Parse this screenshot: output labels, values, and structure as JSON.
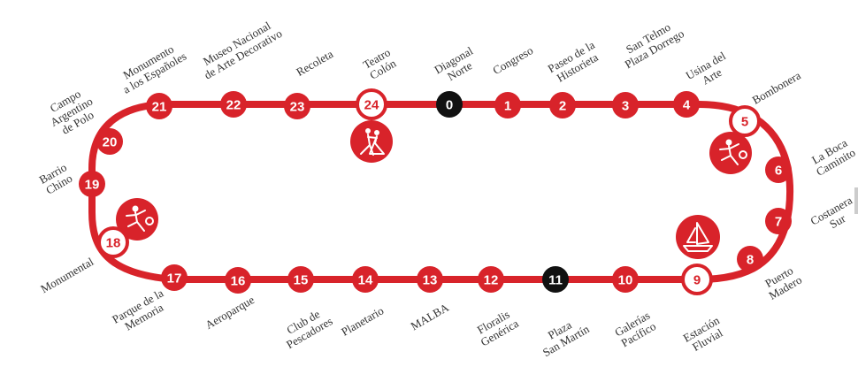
{
  "map": {
    "route_color": "#d8232a",
    "node_colors": {
      "default": "#d8232a",
      "special": "#111111",
      "ring_fill": "#ffffff"
    },
    "stops": [
      {
        "n": "0",
        "name": [
          "Diagonal",
          "Norte"
        ],
        "style": "special"
      },
      {
        "n": "1",
        "name": [
          "Congreso"
        ],
        "style": "default"
      },
      {
        "n": "2",
        "name": [
          "Paseo de la",
          "Historieta"
        ],
        "style": "default"
      },
      {
        "n": "3",
        "name": [
          "San Telmo",
          "Plaza Dorrego"
        ],
        "style": "default"
      },
      {
        "n": "4",
        "name": [
          "Usina del",
          "Arte"
        ],
        "style": "default"
      },
      {
        "n": "5",
        "name": [
          "Bombonera"
        ],
        "style": "ring"
      },
      {
        "n": "6",
        "name": [
          "La Boca",
          "Caminito"
        ],
        "style": "default"
      },
      {
        "n": "7",
        "name": [
          "Costanera",
          "Sur"
        ],
        "style": "default"
      },
      {
        "n": "8",
        "name": [
          "Puerto",
          "Madero"
        ],
        "style": "default"
      },
      {
        "n": "9",
        "name": [
          "Estación",
          "Fluvial"
        ],
        "style": "ring"
      },
      {
        "n": "10",
        "name": [
          "Galerías",
          "Pacífico"
        ],
        "style": "default"
      },
      {
        "n": "11",
        "name": [
          "Plaza",
          "San Martín"
        ],
        "style": "special"
      },
      {
        "n": "12",
        "name": [
          "Floralis",
          "Genérica"
        ],
        "style": "default"
      },
      {
        "n": "13",
        "name": [
          "MALBA"
        ],
        "style": "default"
      },
      {
        "n": "14",
        "name": [
          "Planetario"
        ],
        "style": "default"
      },
      {
        "n": "15",
        "name": [
          "Club de",
          "Pescadores"
        ],
        "style": "default"
      },
      {
        "n": "16",
        "name": [
          "Aeroparque"
        ],
        "style": "default"
      },
      {
        "n": "17",
        "name": [
          "Parque de la",
          "Memoria"
        ],
        "style": "default"
      },
      {
        "n": "18",
        "name": [
          "Monumental"
        ],
        "style": "ring"
      },
      {
        "n": "19",
        "name": [
          "Barrio",
          "Chino"
        ],
        "style": "default"
      },
      {
        "n": "20",
        "name": [
          "Campo",
          "Argentino",
          "de Polo"
        ],
        "style": "default"
      },
      {
        "n": "21",
        "name": [
          "Monumento",
          "a los Españoles"
        ],
        "style": "default"
      },
      {
        "n": "22",
        "name": [
          "Museo Nacional",
          "de Arte Decorativo"
        ],
        "style": "default"
      },
      {
        "n": "23",
        "name": [
          "Recoleta"
        ],
        "style": "default"
      },
      {
        "n": "24",
        "name": [
          "Teatro",
          "Colón"
        ],
        "style": "ring"
      }
    ],
    "icons": [
      {
        "name": "tango-dancers-icon"
      },
      {
        "name": "soccer-player-icon"
      },
      {
        "name": "sailboat-icon"
      },
      {
        "name": "soccer-player-icon"
      }
    ]
  }
}
